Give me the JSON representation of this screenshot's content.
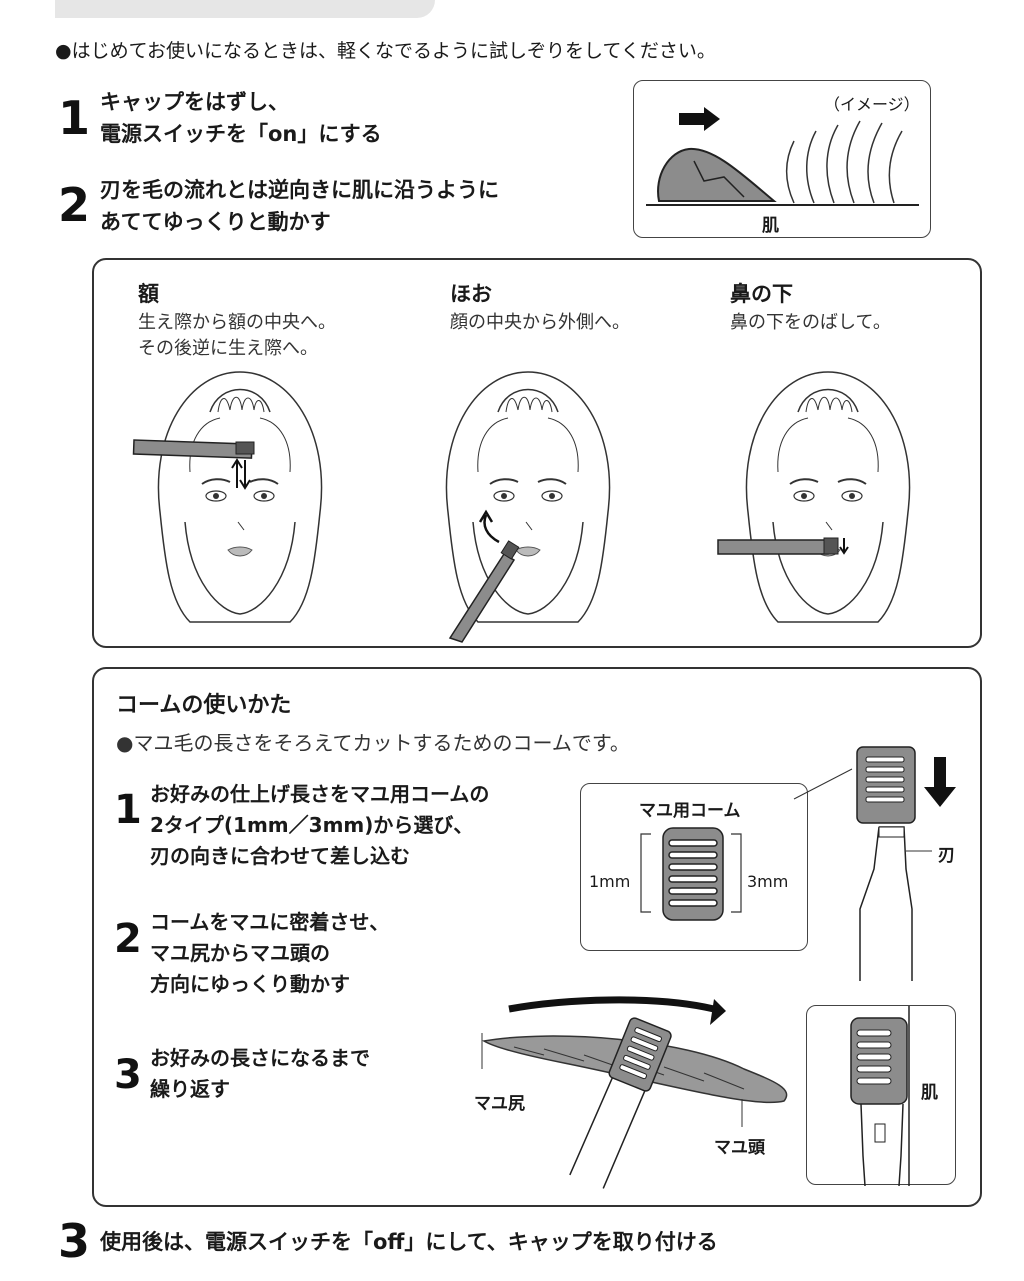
{
  "intro": "●はじめてお使いになるときは、軽くなでるように試しぞりをしてください。",
  "steps": [
    {
      "num": "1",
      "line1": "キャップをはずし、",
      "line2": "電源スイッチを「on」にする"
    },
    {
      "num": "2",
      "line1": "刃を毛の流れとは逆向きに肌に沿うように",
      "line2": "あててゆっくりと動かす"
    },
    {
      "num": "3",
      "line1": "使用後は、電源スイッチを「off」にして、キャップを取り付ける"
    }
  ],
  "image_box": {
    "caption": "（イメージ）",
    "skin_label": "肌"
  },
  "faces": [
    {
      "title": "額",
      "desc1": "生え際から額の中央へ。",
      "desc2": "その後逆に生え際へ。"
    },
    {
      "title": "ほお",
      "desc1": "顔の中央から外側へ。",
      "desc2": ""
    },
    {
      "title": "鼻の下",
      "desc1": "鼻の下をのばして。",
      "desc2": ""
    }
  ],
  "comb": {
    "title": "コームの使いかた",
    "bullet": "●マユ毛の長さをそろえてカットするためのコームです。",
    "steps": [
      {
        "num": "1",
        "lines": [
          "お好みの仕上げ長さをマユ用コームの",
          "2タイプ(1mm／3mm)から選び、",
          "刃の向きに合わせて差し込む"
        ]
      },
      {
        "num": "2",
        "lines": [
          "コームをマユに密着させ、",
          "マユ尻からマユ頭の",
          "方向にゆっくり動かす"
        ]
      },
      {
        "num": "3",
        "lines": [
          "お好みの長さになるまで",
          "繰り返す"
        ]
      }
    ],
    "comb_box": {
      "title": "マユ用コーム",
      "left": "1mm",
      "right": "3mm"
    },
    "blade_label": "刃",
    "brow_tail": "マユ尻",
    "brow_head": "マユ頭",
    "skin_label": "肌"
  },
  "colors": {
    "device": "#8c8c8c",
    "device_dark": "#555555",
    "skin_line": "#333333",
    "lip": "#bbbbbb"
  }
}
